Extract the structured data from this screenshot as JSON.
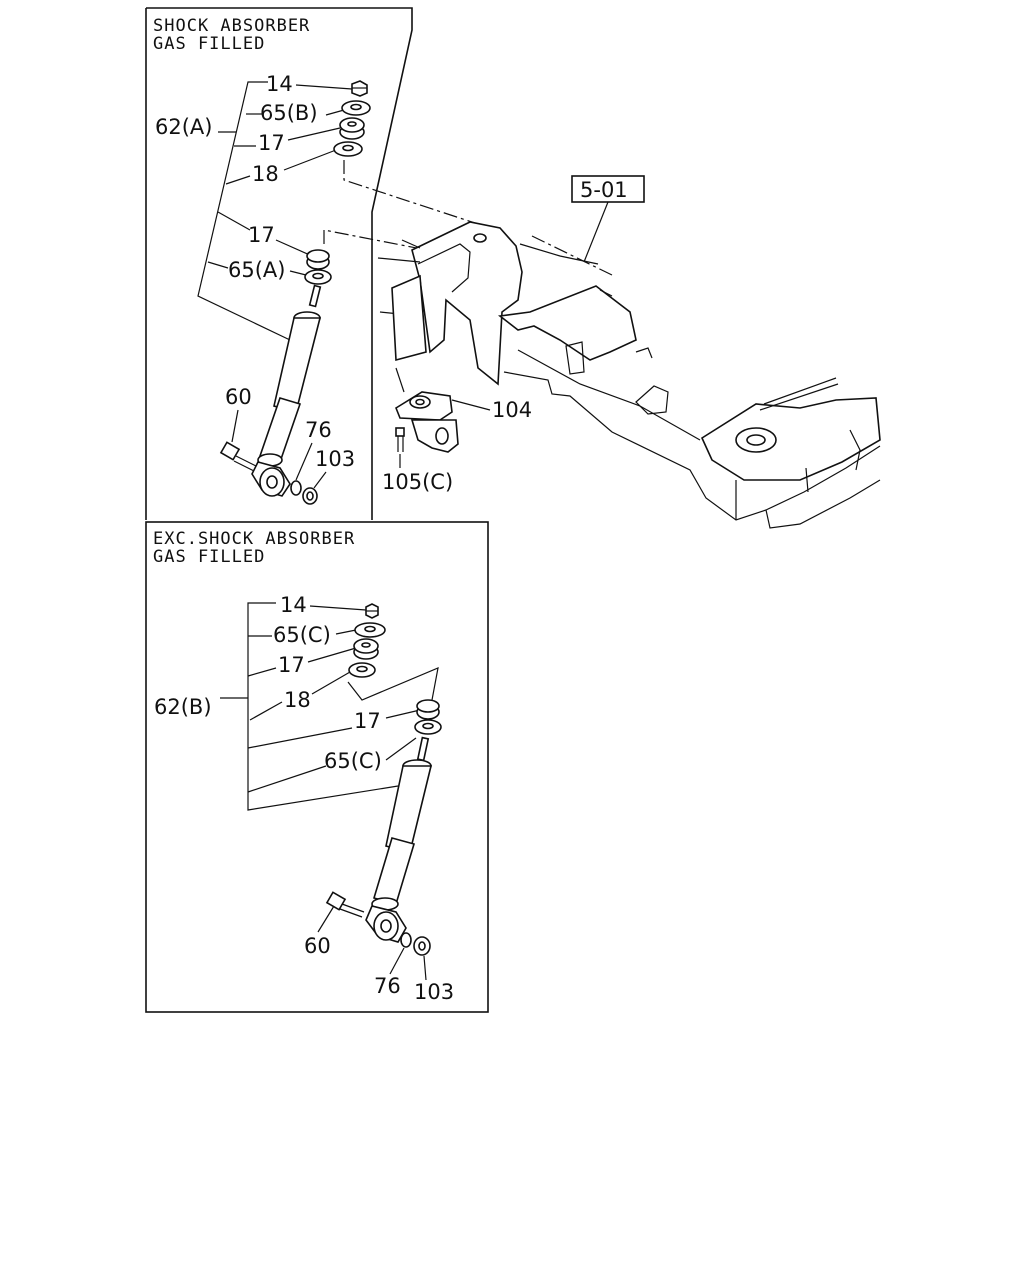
{
  "panel_top": {
    "title_line1": "SHOCK ABSORBER",
    "title_line2": "GAS FILLED",
    "labels": {
      "p14": "14",
      "p65b": "65(B)",
      "p62a": "62(A)",
      "p17a": "17",
      "p18": "18",
      "p17b": "17",
      "p65a": "65(A)",
      "p60": "60",
      "p76": "76",
      "p103": "103"
    }
  },
  "frame": {
    "ref_box": "5-01",
    "p104": "104",
    "p105c": "105(C)"
  },
  "panel_bottom": {
    "title_line1": "EXC.SHOCK ABSORBER",
    "title_line2": "GAS FILLED",
    "labels": {
      "p14": "14",
      "p65c_top": "65(C)",
      "p17a": "17",
      "p62b": "62(B)",
      "p18": "18",
      "p17b": "17",
      "p65c_bot": "65(C)",
      "p60": "60",
      "p76": "76",
      "p103": "103"
    }
  }
}
